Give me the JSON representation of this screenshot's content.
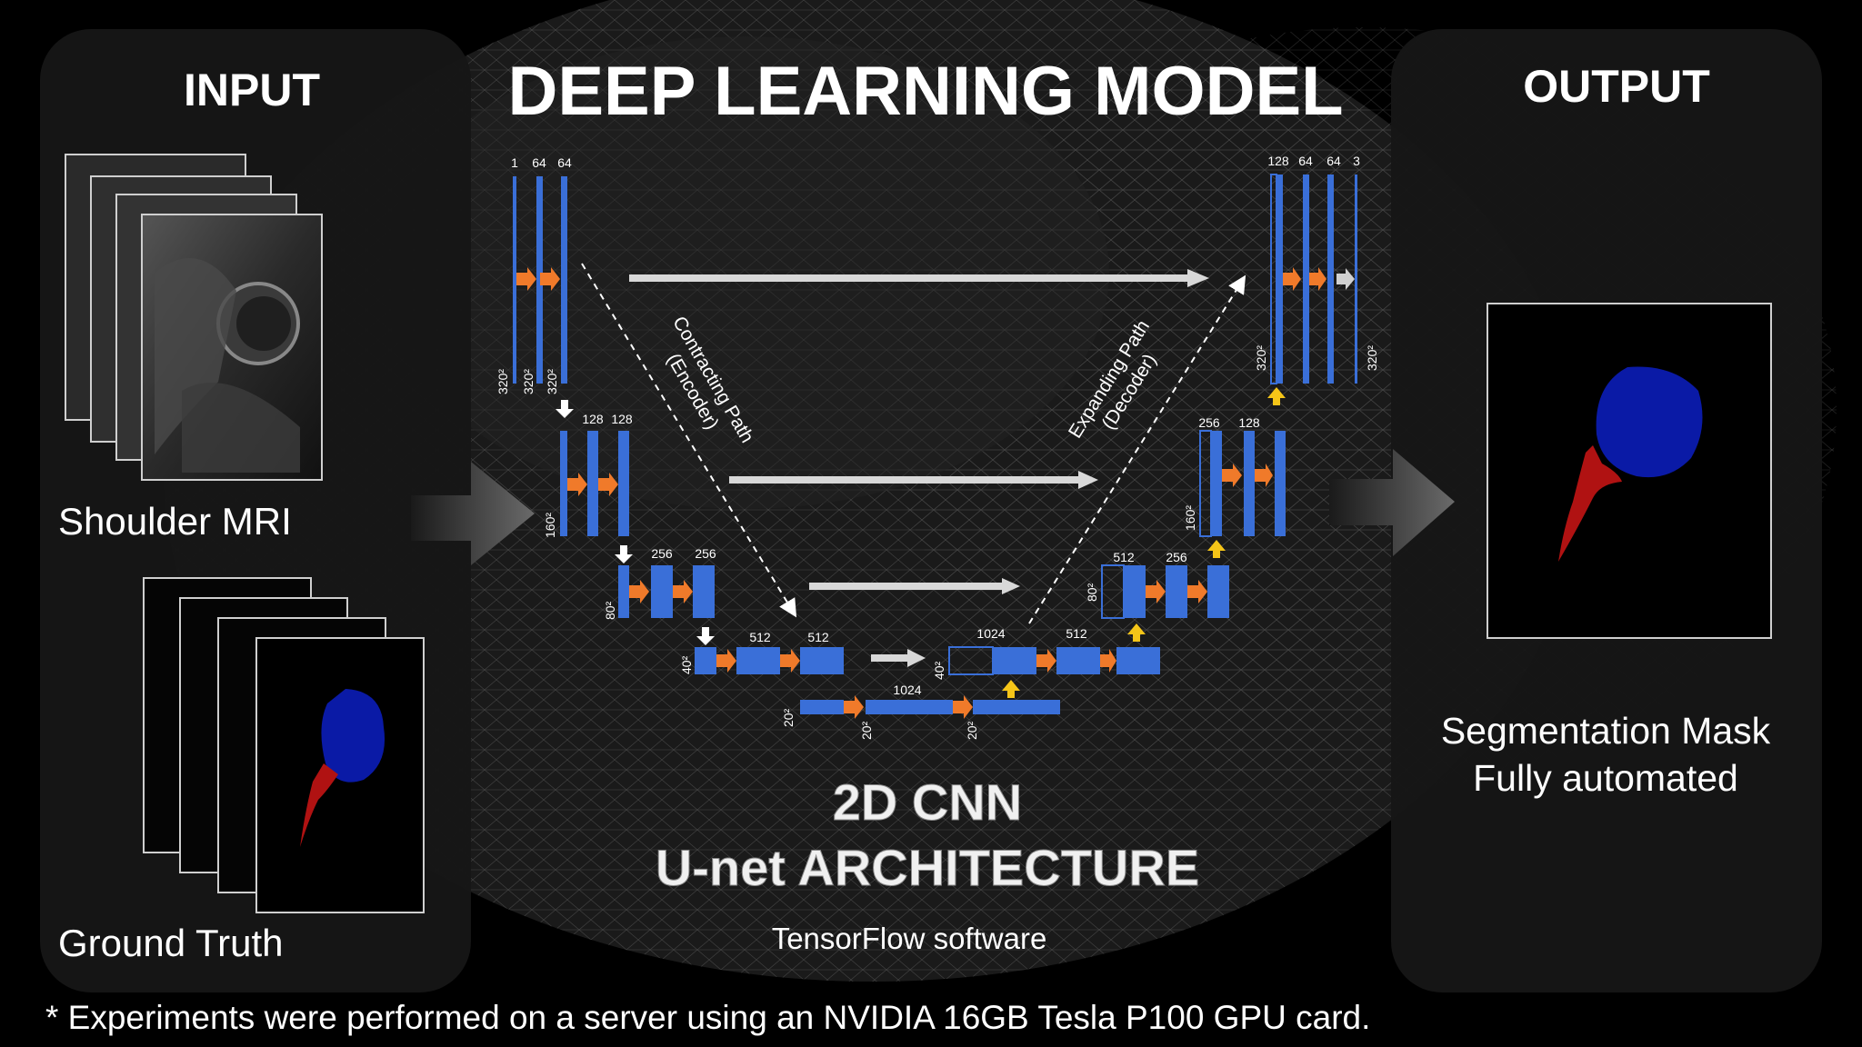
{
  "title": "DEEP LEARNING MODEL",
  "input_panel": {
    "heading": "INPUT",
    "mri_caption": "Shoulder MRI",
    "truth_caption": "Ground Truth"
  },
  "output_panel": {
    "heading": "OUTPUT",
    "caption_line1": "Segmentation Mask",
    "caption_line2": "Fully automated"
  },
  "architecture": {
    "line1": "2D CNN",
    "line2": "U-net ARCHITECTURE",
    "software": "TensorFlow software",
    "contracting_line1": "Contracting Path",
    "contracting_line2": "(Encoder)",
    "expanding_line1": "Expanding Path",
    "expanding_line2": "(Decoder)",
    "channel_labels": {
      "e1": [
        "1",
        "64",
        "64"
      ],
      "e2": [
        "128",
        "128"
      ],
      "e3": [
        "256",
        "256"
      ],
      "e4": [
        "512",
        "512"
      ],
      "bottom": "1024",
      "d4": [
        "1024",
        "512"
      ],
      "d3": [
        "512",
        "256"
      ],
      "d2": [
        "256",
        "128"
      ],
      "d1": [
        "128",
        "64",
        "64",
        "3"
      ]
    },
    "size_labels": {
      "s320": "320²",
      "s160": "160²",
      "s80": "80²",
      "s40": "40²",
      "s20": "20²"
    }
  },
  "footnote": "* Experiments were performed on a server using an NVIDIA 16GB Tesla P100 GPU card.",
  "colors": {
    "layer_blue": "#3a6fd8",
    "conv_arrow": "#f07a2a",
    "up_arrow": "#f5c518",
    "skip_arrow": "#d8d8d8",
    "mask_blue": "#0a1aa6",
    "mask_red": "#b01212",
    "panel_bg": "#161616"
  }
}
